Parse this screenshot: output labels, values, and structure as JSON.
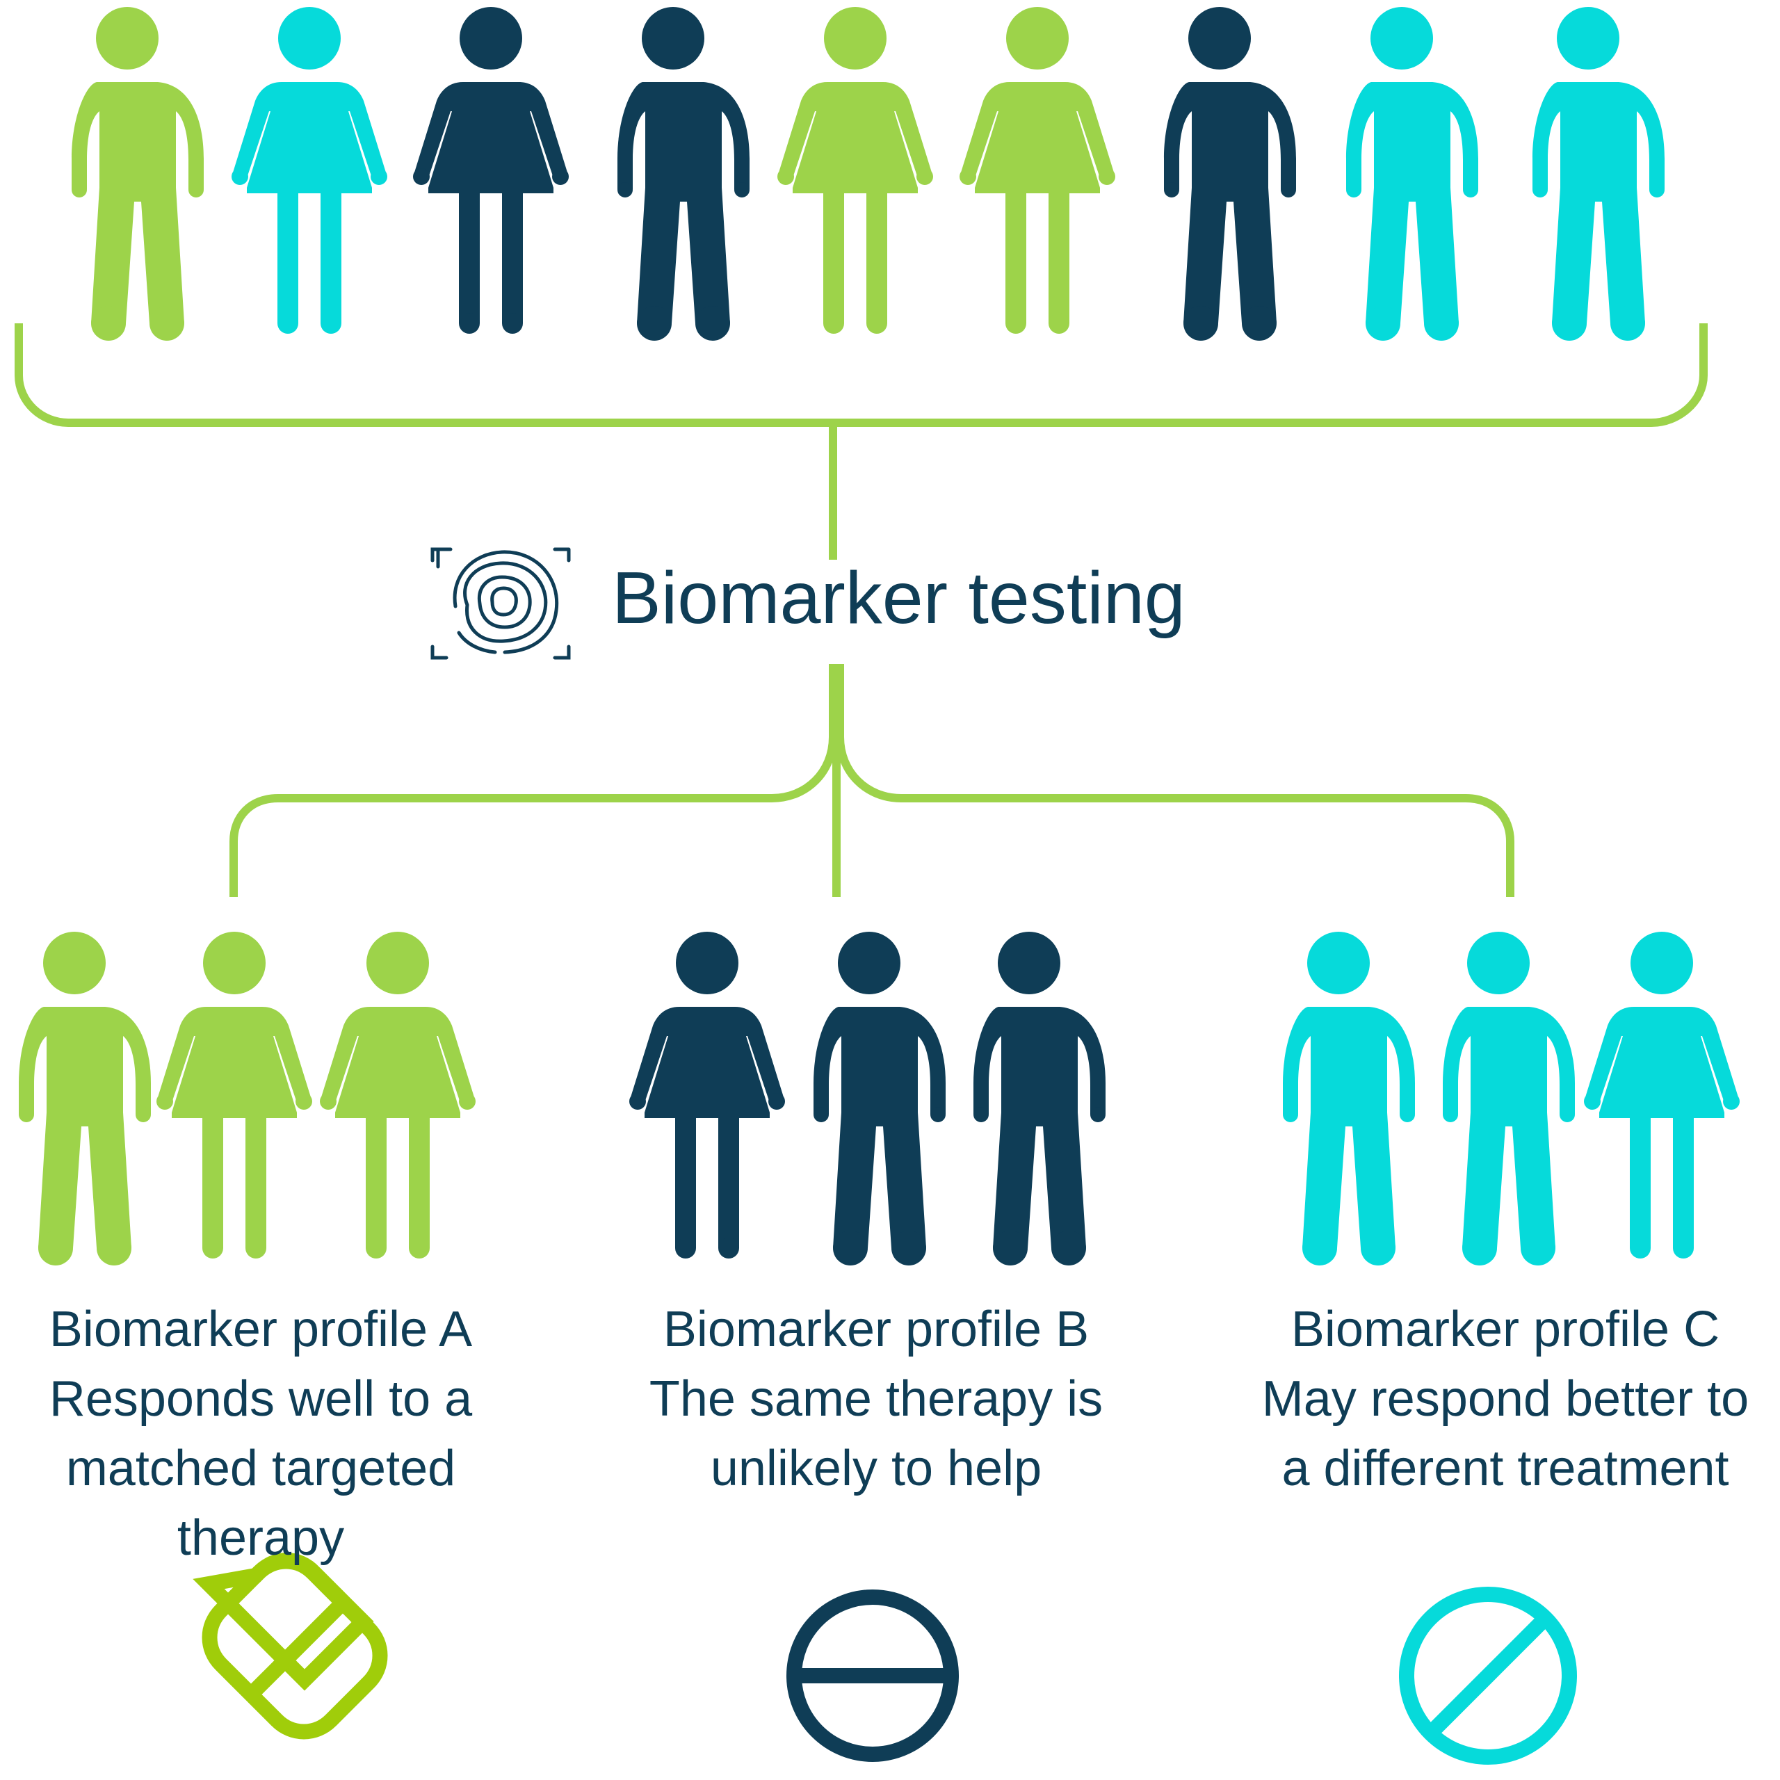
{
  "colors": {
    "green": "#9dd34a",
    "cyan": "#06dada",
    "navy": "#0f3d56",
    "pill_green": "#a0cd0a"
  },
  "population": {
    "people": [
      {
        "gender": "male",
        "color": "green"
      },
      {
        "gender": "female",
        "color": "cyan"
      },
      {
        "gender": "female",
        "color": "navy"
      },
      {
        "gender": "male",
        "color": "navy"
      },
      {
        "gender": "female",
        "color": "green"
      },
      {
        "gender": "female",
        "color": "green"
      },
      {
        "gender": "male",
        "color": "navy"
      },
      {
        "gender": "male",
        "color": "cyan"
      },
      {
        "gender": "male",
        "color": "cyan"
      }
    ]
  },
  "testing": {
    "label": "Biomarker testing",
    "icon": "fingerprint-scan-icon"
  },
  "groups": [
    {
      "title": "Biomarker profile A",
      "description": "Responds well to a matched targeted therapy",
      "color": "green",
      "people": [
        "male",
        "female",
        "female"
      ],
      "icon": "pill-icon"
    },
    {
      "title": "Biomarker profile B",
      "description": "The same therapy is unlikely to help",
      "color": "navy",
      "people": [
        "female",
        "male",
        "male"
      ],
      "icon": "minus-circle-icon"
    },
    {
      "title": "Biomarker profile C",
      "description": "May respond better to a different treatment",
      "color": "cyan",
      "people": [
        "male",
        "male",
        "female"
      ],
      "icon": "no-entry-icon"
    }
  ]
}
